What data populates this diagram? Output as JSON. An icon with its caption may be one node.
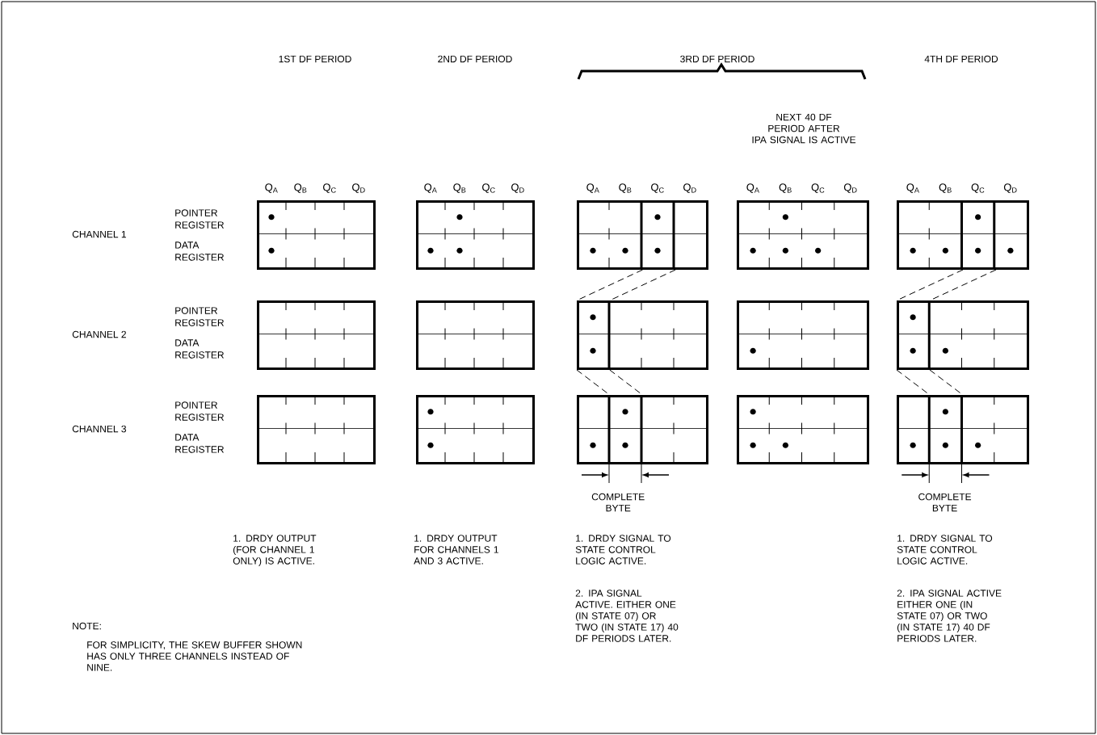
{
  "diagram": {
    "nodes": [
      {
        "text": [],
        "shape": "box"
      },
      {
        "text": [],
        "shape": "box"
      },
      {
        "text": [],
        "shape": "box"
      },
      {
        "text": [],
        "shape": "box"
      },
      {
        "text": [],
        "shape": "box"
      },
      {
        "text": [],
        "shape": "box"
      },
      {
        "text": [],
        "shape": "box"
      },
      {
        "text": [],
        "shape": "box"
      },
      {
        "text": [],
        "shape": "box"
      },
      {
        "text": [],
        "shape": "box"
      },
      {
        "text": [],
        "shape": "box"
      },
      {
        "text": [],
        "shape": "box"
      },
      {
        "text": [],
        "shape": "box"
      },
      {
        "text": [],
        "shape": "box"
      },
      {
        "text": [],
        "shape": "box"
      }
    ],
    "edges": [
      {
        "from": 2,
        "to": 7,
        "arrow": "none",
        "style": "dashed"
      },
      {
        "from": 2,
        "to": 7,
        "arrow": "none",
        "style": "dashed"
      },
      {
        "from": 7,
        "to": 12,
        "arrow": "none",
        "style": "dashed"
      },
      {
        "from": 7,
        "to": 12,
        "arrow": "none",
        "style": "dashed"
      },
      {
        "from": 4,
        "to": 9,
        "arrow": "none",
        "style": "dashed"
      },
      {
        "from": 4,
        "to": 9,
        "arrow": "none",
        "style": "dashed"
      },
      {
        "from": 9,
        "to": 14,
        "arrow": "none",
        "style": "dashed"
      },
      {
        "from": 9,
        "to": 14,
        "arrow": "none",
        "style": "dashed"
      }
    ],
    "labels": [
      "1ST DF PERIOD",
      "2ND DF PERIOD",
      "3RD DF PERIOD",
      "4TH DF PERIOD",
      "NEXT 40 DF PERIOD AFTER IPA SIGNAL IS ACTIVE",
      "Q$_{A}$",
      "Q$_{B}$",
      "Q$_{C}$",
      "Q$_{D}$",
      "Q$_{A}$",
      "Q$_{B}$",
      "Q$_{C}$",
      "Q$_{D}$",
      "Q$_{A}$",
      "Q$_{B}$",
      "Q$_{C}$",
      "Q$_{D}$",
      "Q$_{A}$",
      "Q$_{B}$",
      "Q$_{C}$",
      "Q$_{D}$",
      "Q$_{A}$",
      "Q$_{B}$",
      "Q$_{C}$",
      "Q$_{D}$",
      "CHANNEL 1",
      "POINTER REGISTER",
      "DATA REGISTER",
      "CHANNEL 2",
      "POINTER REGISTER",
      "DATA REGISTER",
      "CHANNEL 3",
      "POINTER REGISTER",
      "DATA REGISTER",
      "COMPLETE BYTE",
      "COMPLETE BYTE",
      "1. DRDY OUTPUT (FOR CHANNEL 1 ONLY) IS ACTIVE.",
      "1. DRDY OUTPUT FOR CHANNELS 1 AND 3 ACTIVE.",
      "1. DRDY SIGNAL TO STATE CONTROL LOGIC ACTIVE.",
      "2. IPA SIGNAL ACTIVE. EITHER ONE (IN STATE 07) OR TWO (IN STATE 17) 40 DF PERIODS LATER.",
      "1. DRDY SIGNAL TO STATE CONTROL LOGIC ACTIVE.",
      "2. IPA SIGNAL ACTIVE EITHER ONE (IN STATE 07) OR TWO (IN STATE 17) 40 DF PERIODS LATER.",
      "NOTE:",
      "FOR SIMPLICITY, THE SKEW BUFFER SHOWN HAS ONLY THREE CHANNELS INSTEAD OF NINE."
    ]
  }
}
